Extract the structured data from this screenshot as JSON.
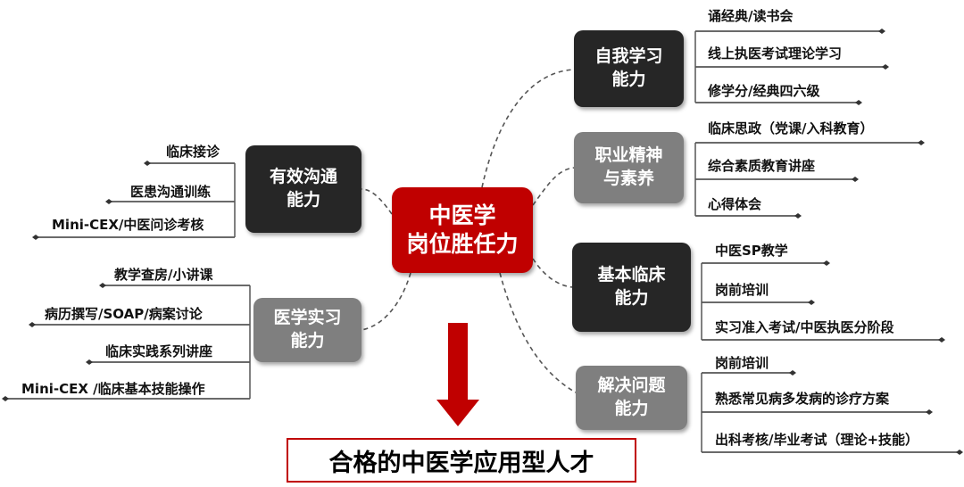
{
  "center": "中医学\n岗位胜任力",
  "result": "合格的中医学应用型人才",
  "colors": {
    "center": "#c00000",
    "dark": "#262626",
    "gray": "#7f7f7f",
    "arrow": "#c00000",
    "line": "#555555"
  },
  "branches": [
    {
      "id": "zwxx",
      "label": "自我学习\n能力",
      "style": "dark",
      "items": [
        "诵经典/读书会",
        "线上执医考试理论学习",
        "修学分/经典四六级"
      ]
    },
    {
      "id": "zyjs",
      "label": "职业精神\n与素养",
      "style": "gray",
      "items": [
        "临床思政（党课/入科教育）",
        "综合素质教育讲座",
        "心得体会"
      ]
    },
    {
      "id": "jblc",
      "label": "基本临床\n能力",
      "style": "dark",
      "items": [
        "中医SP教学",
        "岗前培训",
        "实习准入考试/中医执医分阶段"
      ]
    },
    {
      "id": "jjwt",
      "label": "解决问题\n能力",
      "style": "gray",
      "items": [
        "岗前培训",
        "熟悉常见病多发病的诊疗方案",
        "出科考核/毕业考试（理论+技能）"
      ]
    },
    {
      "id": "yxgt",
      "label": "有效沟通\n能力",
      "style": "dark",
      "items": [
        "临床接诊",
        "医患沟通训练",
        "Mini-CEX/中医问诊考核"
      ]
    },
    {
      "id": "yxsx",
      "label": "医学实习\n能力",
      "style": "gray",
      "items": [
        "教学查房/小讲课",
        "病历撰写/SOAP/病案讨论",
        "临床实践系列讲座",
        "Mini-CEX /临床基本技能操作"
      ]
    }
  ]
}
